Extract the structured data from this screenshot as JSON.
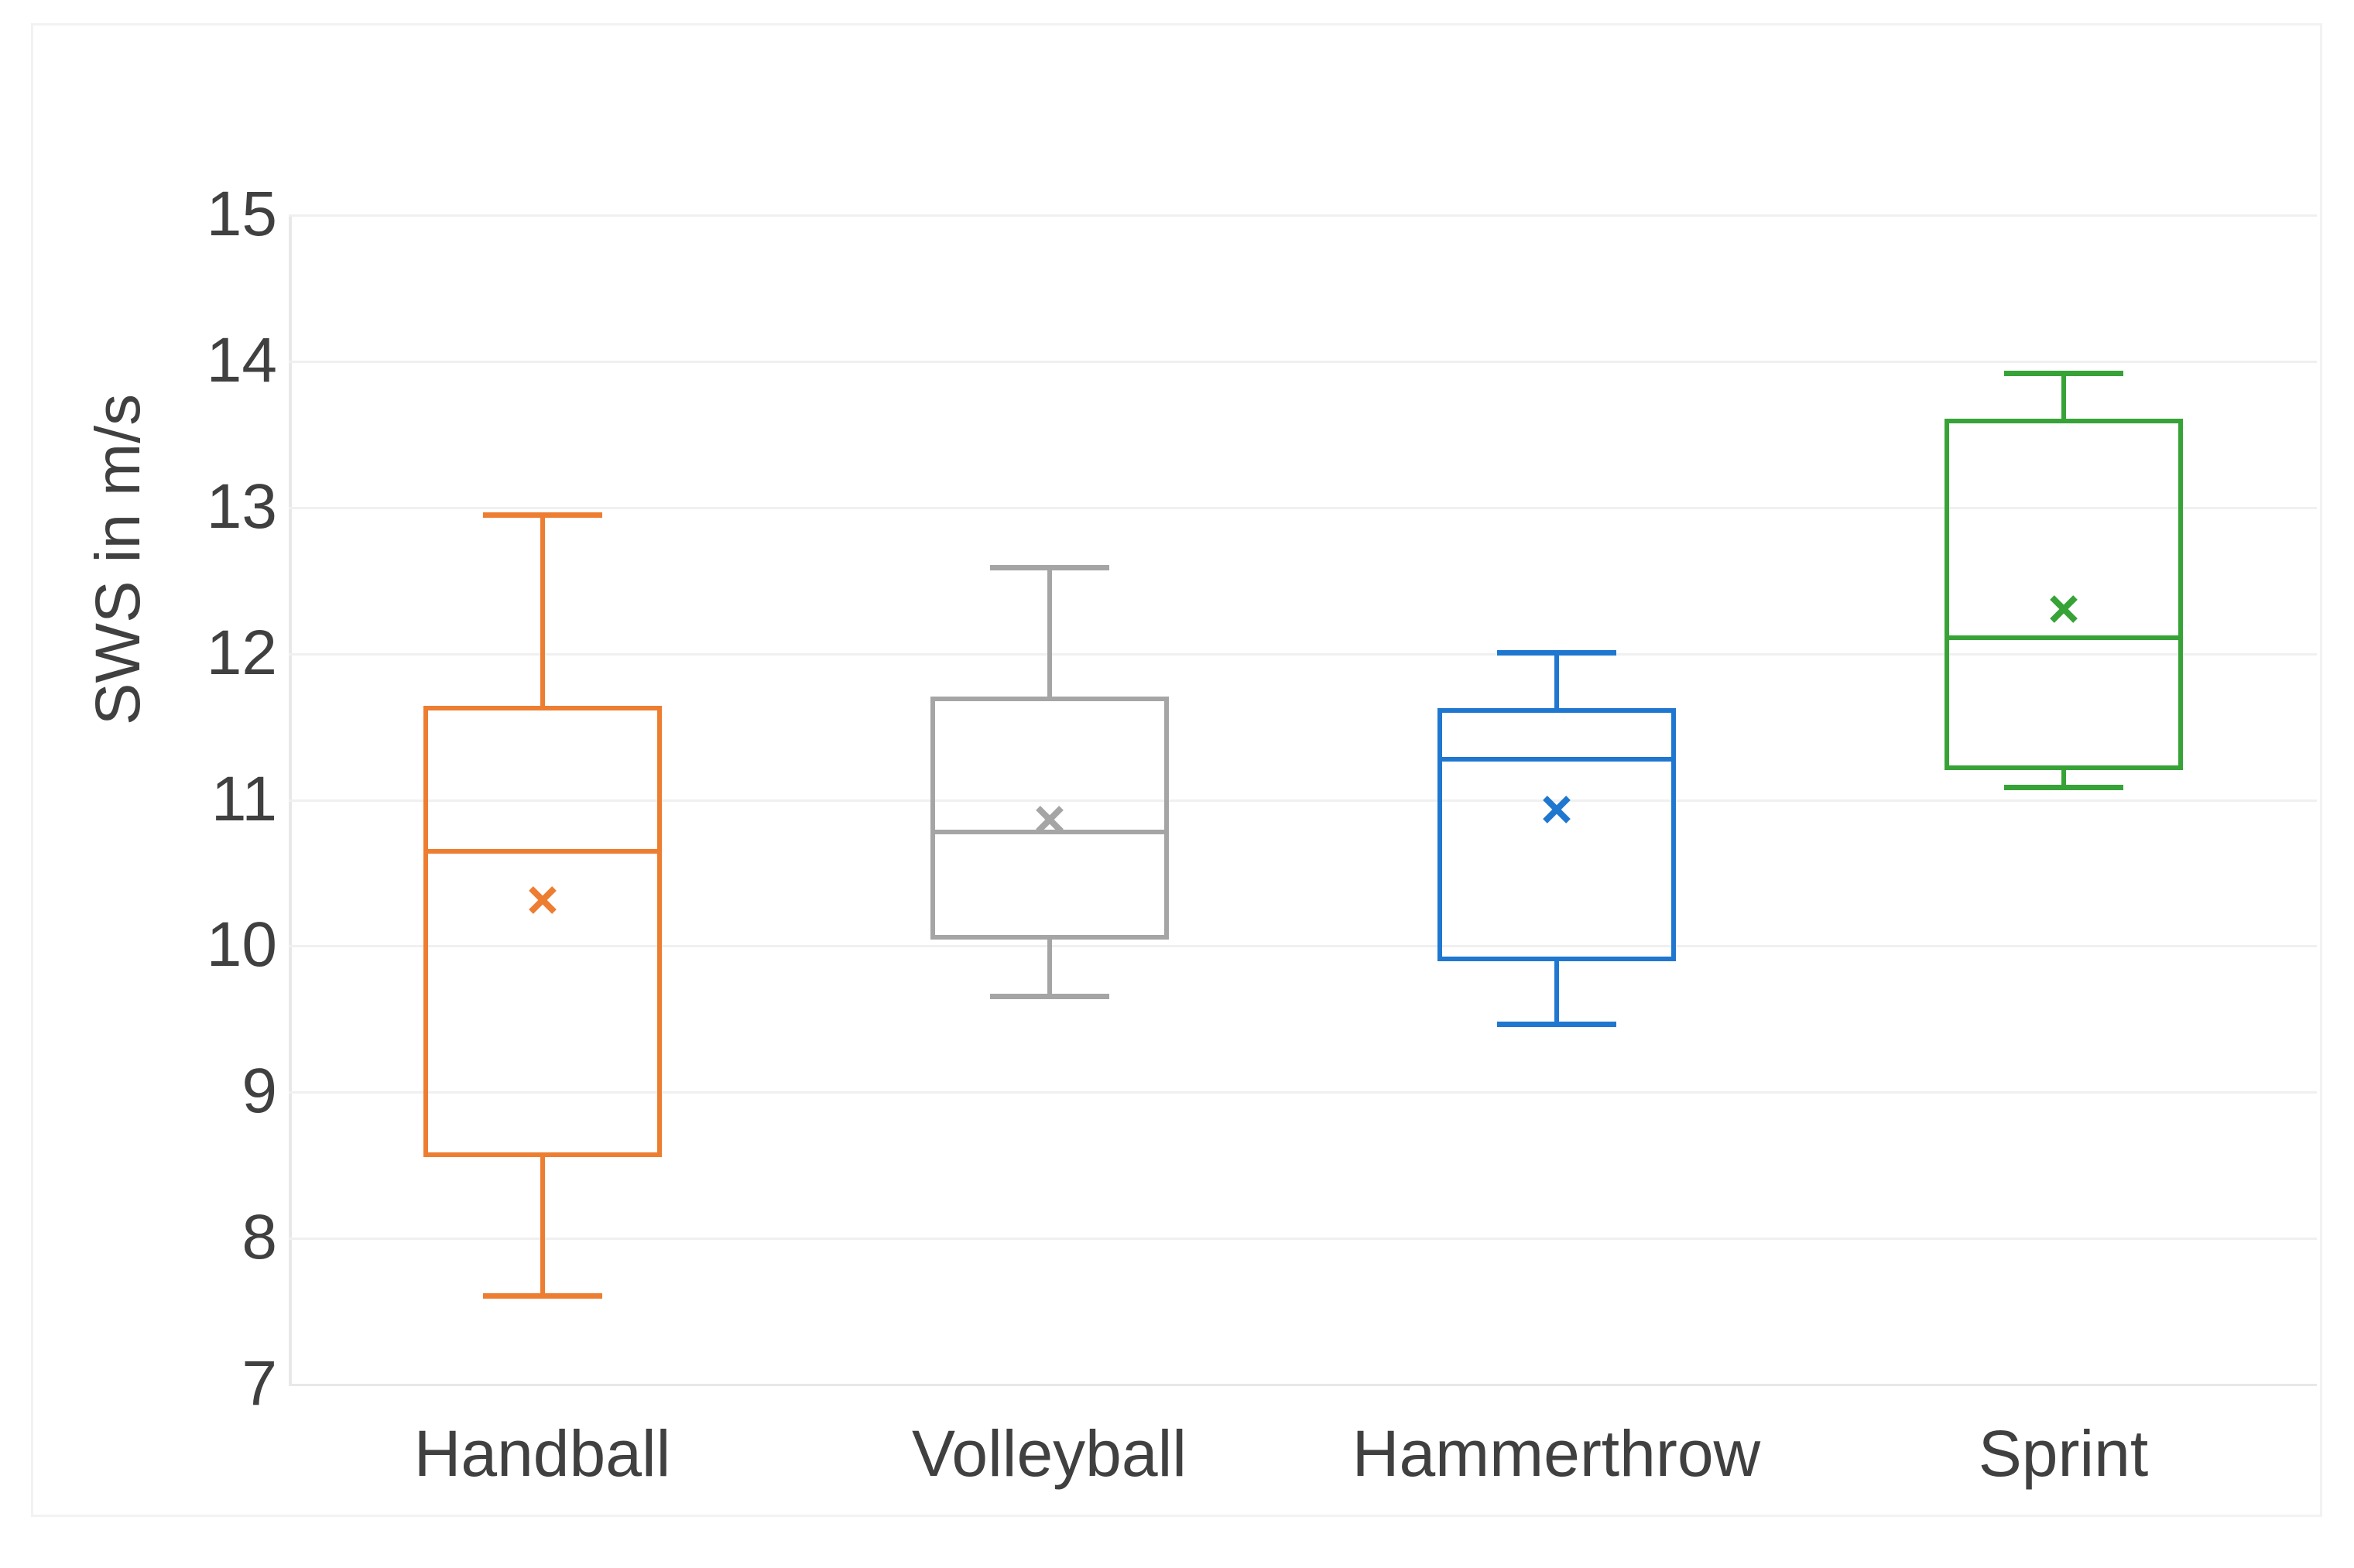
{
  "chart_data": {
    "type": "box",
    "title": "",
    "xlabel": "",
    "ylabel": "SWS in m/s",
    "ylim": [
      7,
      15
    ],
    "ytick_labels": [
      "15",
      "14",
      "13",
      "12",
      "11",
      "10",
      "9",
      "8",
      "7"
    ],
    "yticks": [
      15,
      14,
      13,
      12,
      11,
      10,
      9,
      8,
      7
    ],
    "grid": true,
    "legend": "none",
    "categories": [
      "Handball",
      "Volleyball",
      "Hammerthrow",
      "Sprint"
    ],
    "series": [
      {
        "name": "Handball",
        "color": "#ED7D31",
        "min": 7.58,
        "q1": 8.55,
        "median": 10.66,
        "q3": 11.64,
        "max": 12.96,
        "mean": 10.31
      },
      {
        "name": "Volleyball",
        "color": "#A5A5A5",
        "min": 9.63,
        "q1": 10.04,
        "median": 10.79,
        "q3": 11.7,
        "max": 12.6,
        "mean": 10.86
      },
      {
        "name": "Hammerthrow",
        "color": "#1F77D0",
        "min": 9.44,
        "q1": 9.89,
        "median": 11.29,
        "q3": 11.62,
        "max": 12.02,
        "mean": 10.93
      },
      {
        "name": "Sprint",
        "color": "#37A337",
        "min": 11.06,
        "q1": 11.2,
        "median": 12.12,
        "q3": 13.6,
        "max": 13.93,
        "mean": 12.3
      }
    ]
  },
  "axis": {
    "y_title": "SWS in m/s"
  },
  "colors": {
    "gridline": "#f0f0f0",
    "axis_text": "#404040",
    "plot_border": "#f2f2f2",
    "handball": "#ED7D31",
    "volleyball": "#A5A5A5",
    "hammerthrow": "#1F77D0",
    "sprint": "#37A337"
  }
}
